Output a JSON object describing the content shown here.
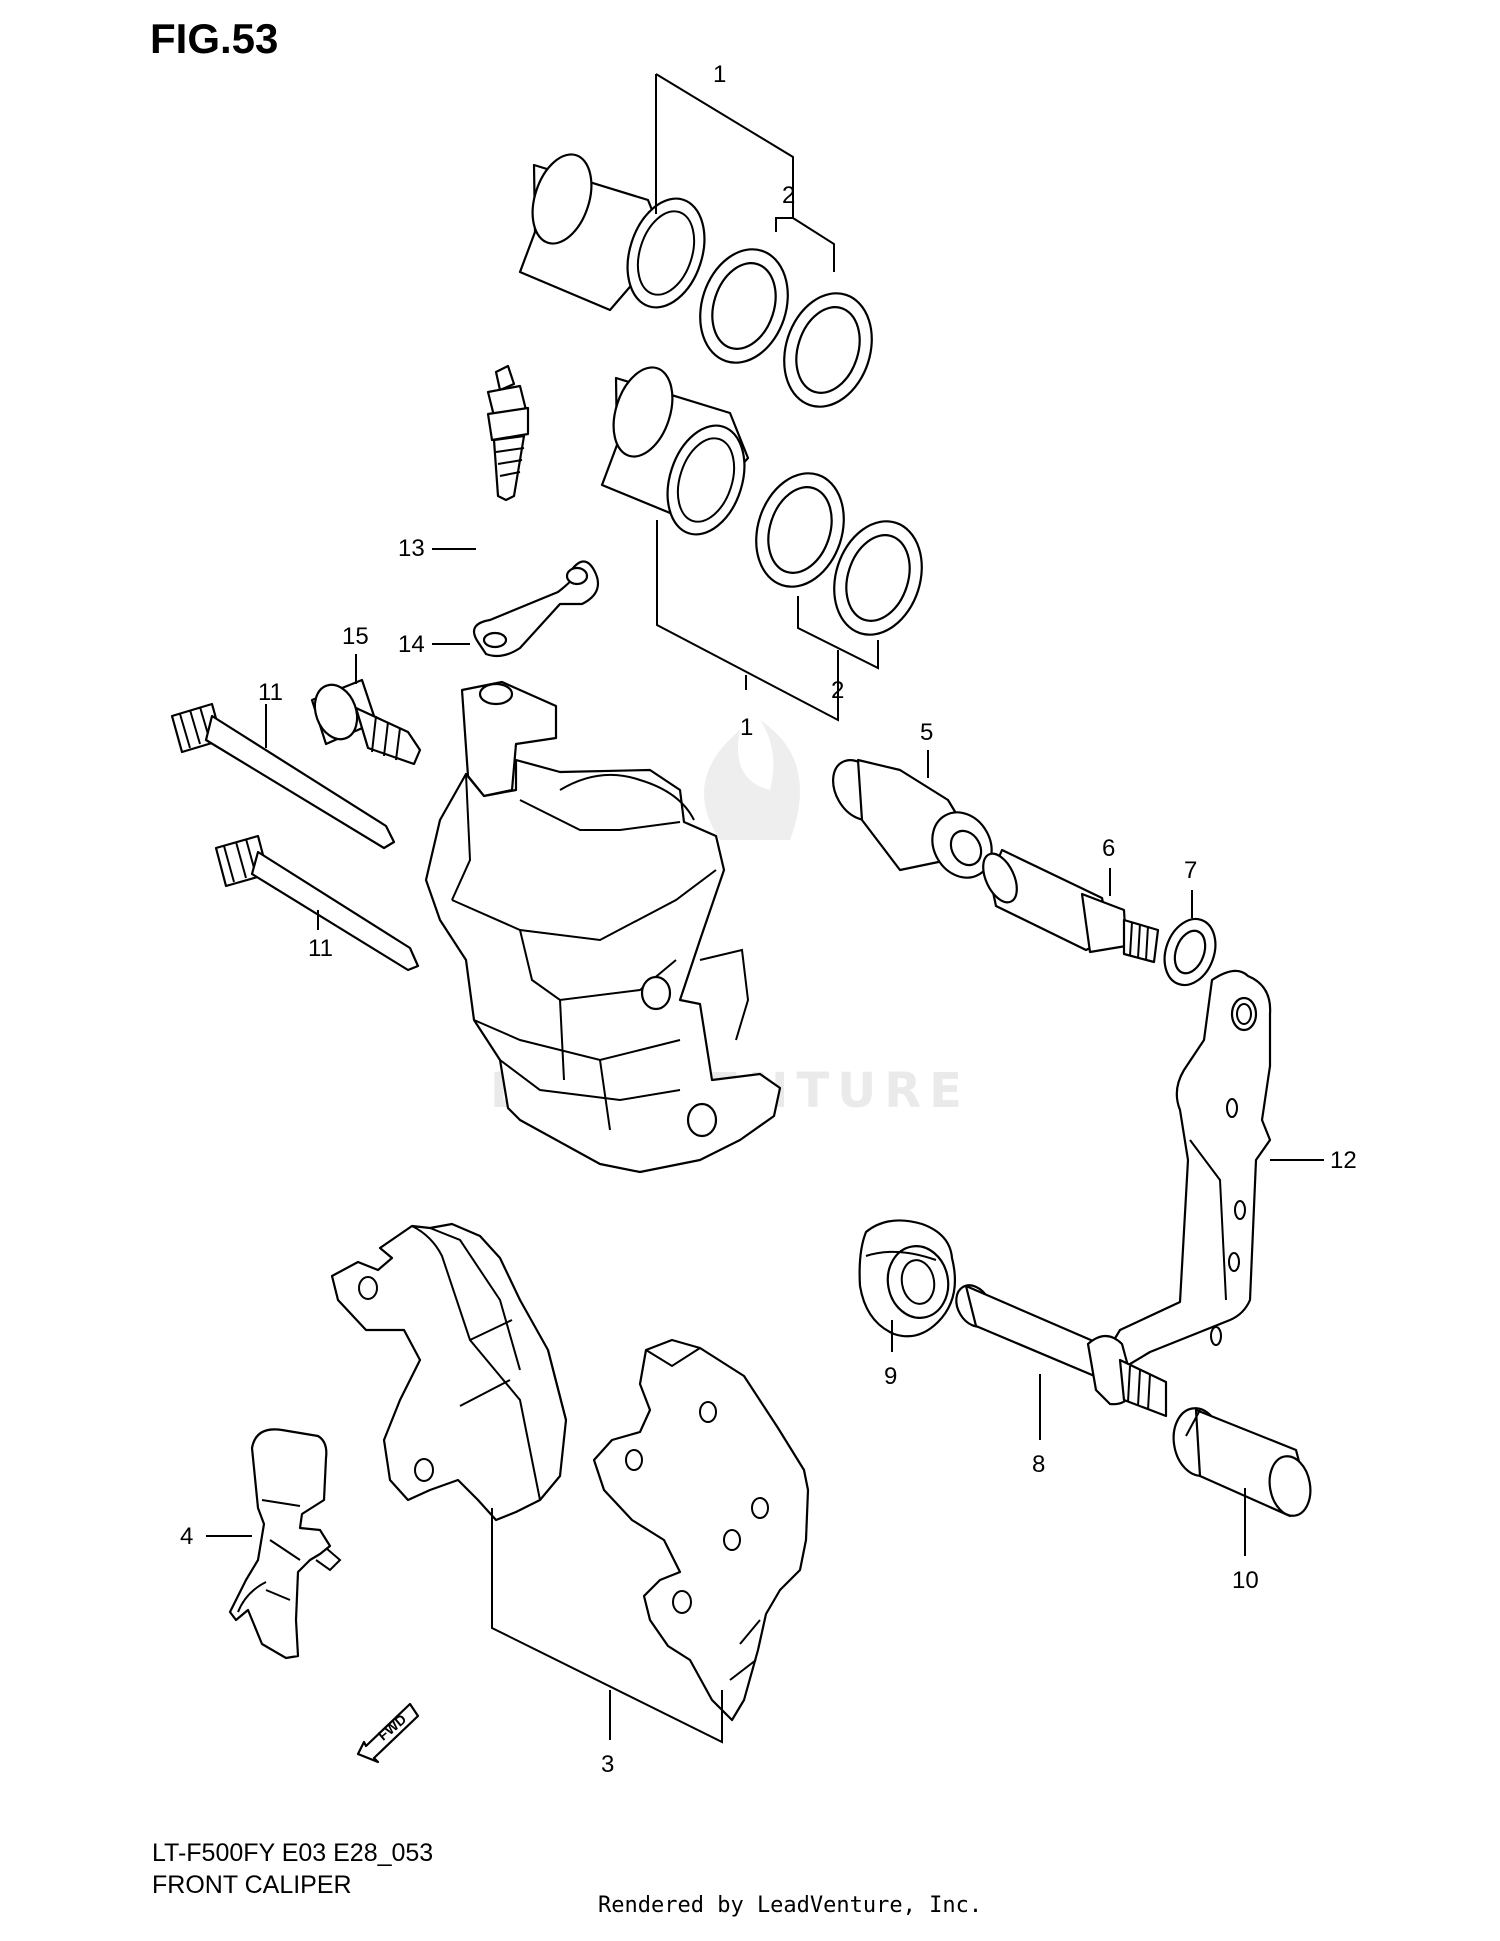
{
  "figure": {
    "title": "FIG.53",
    "model_code": "LT-F500FY E03 E28_053",
    "caption": "FRONT CALIPER",
    "credit": "Rendered by LeadVenture, Inc.",
    "watermark": "LEADVENTURE",
    "fwd_arrow": "FWD"
  },
  "callouts": {
    "c1a": "1",
    "c2a": "2",
    "c1b": "1",
    "c2b": "2",
    "c13": "13",
    "c14": "14",
    "c15": "15",
    "c11a": "11",
    "c11b": "11",
    "c5": "5",
    "c6": "6",
    "c7": "7",
    "c12": "12",
    "c9": "9",
    "c8": "8",
    "c10": "10",
    "c4": "4",
    "c3": "3"
  },
  "colors": {
    "line": "#000000",
    "background": "#ffffff",
    "watermark": "#e8e8e8"
  }
}
